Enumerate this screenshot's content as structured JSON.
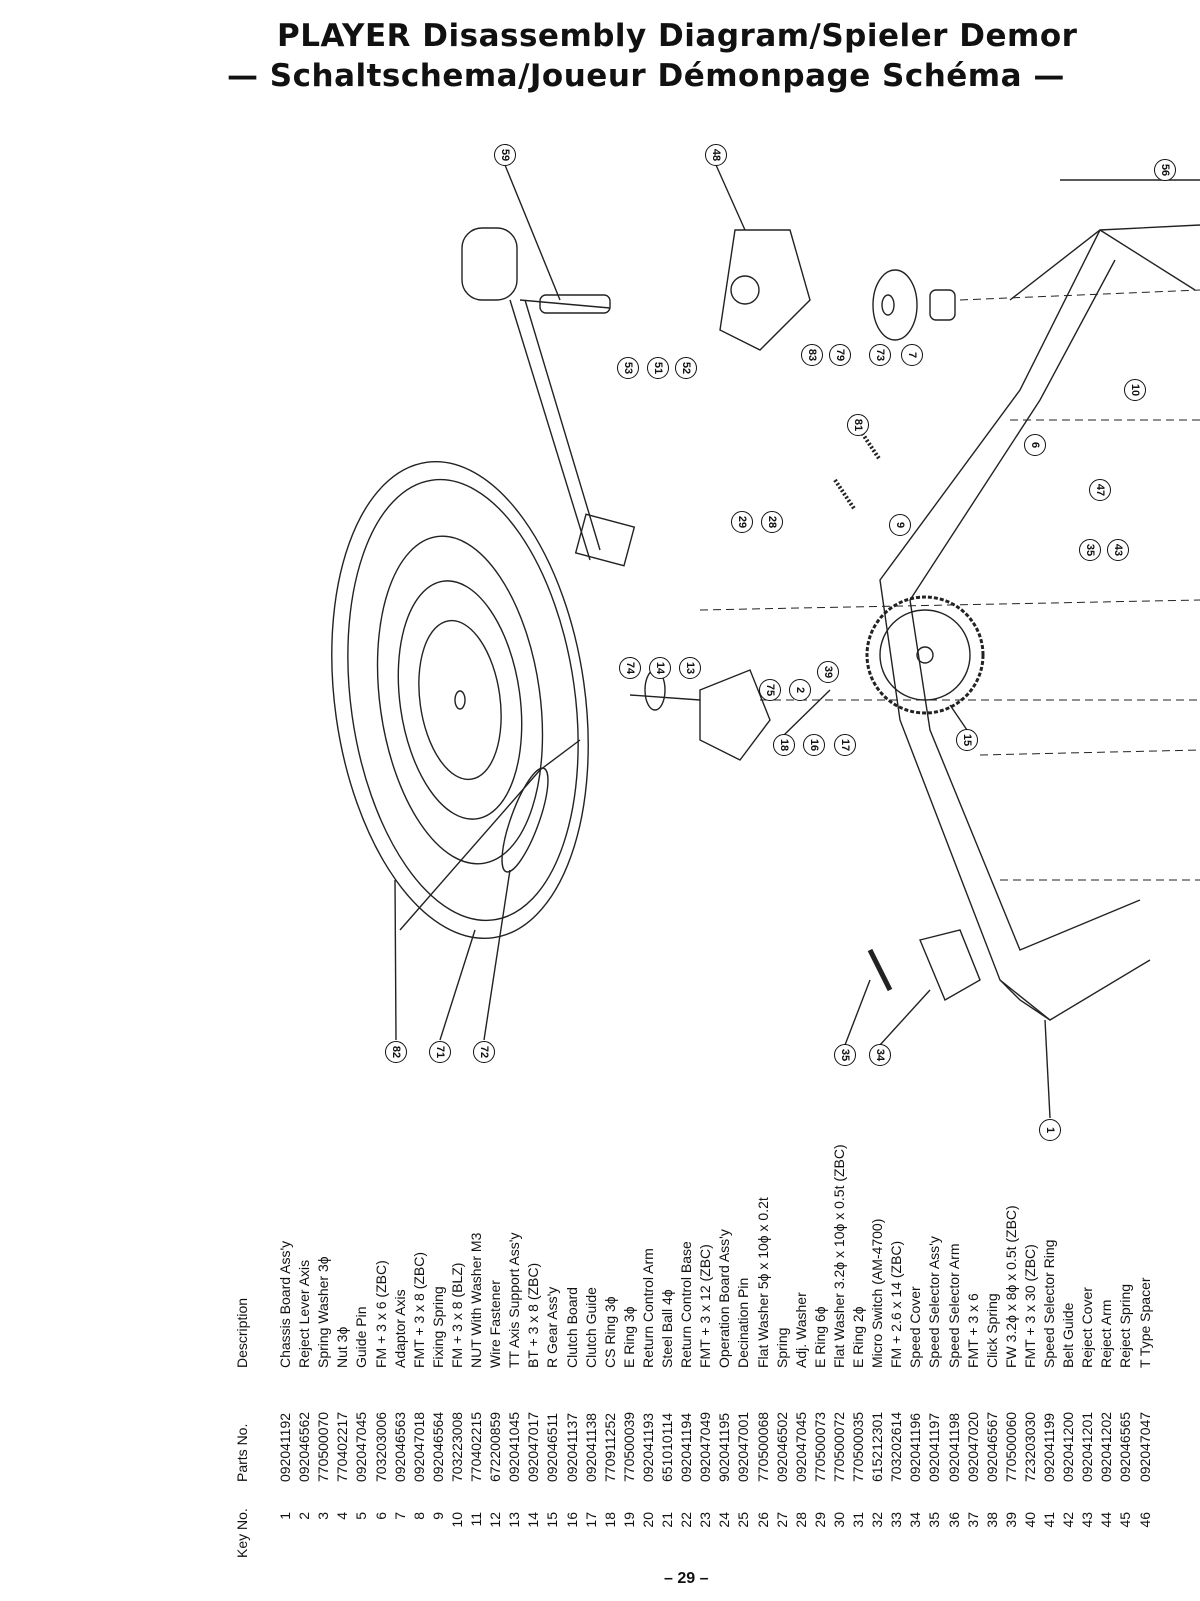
{
  "header": {
    "title_line1": "PLAYER Disassembly Diagram/Spieler Demor",
    "title_line2": "— Schaltschema/Joueur Démonpage Schéma —"
  },
  "diagram": {
    "callouts": [
      "59",
      "48",
      "56",
      "53",
      "51",
      "52",
      "83",
      "79",
      "73",
      "7",
      "81",
      "10",
      "6",
      "29",
      "28",
      "9",
      "47",
      "35",
      "43",
      "74",
      "14",
      "13",
      "75",
      "2",
      "39",
      "18",
      "16",
      "17",
      "15",
      "82",
      "71",
      "72",
      "35",
      "34",
      "1"
    ]
  },
  "parts_table": {
    "columns": [
      "Key No.",
      "Parts No.",
      "Description"
    ],
    "rows": [
      {
        "key": "1",
        "part": "092041192",
        "desc": "Chassis Board Ass'y"
      },
      {
        "key": "2",
        "part": "092046562",
        "desc": "Reject Lever Axis"
      },
      {
        "key": "3",
        "part": "770500070",
        "desc": "Spring Washer 3ϕ"
      },
      {
        "key": "4",
        "part": "770402217",
        "desc": "Nut 3ϕ"
      },
      {
        "key": "5",
        "part": "092047045",
        "desc": "Guide Pin"
      },
      {
        "key": "6",
        "part": "703203006",
        "desc": "FM + 3 x 6 (ZBC)"
      },
      {
        "key": "7",
        "part": "092046563",
        "desc": "Adaptor Axis"
      },
      {
        "key": "8",
        "part": "092047018",
        "desc": "FMT + 3 x 8 (ZBC)"
      },
      {
        "key": "9",
        "part": "092046564",
        "desc": "Fixing Spring"
      },
      {
        "key": "10",
        "part": "703223008",
        "desc": "FM + 3 x 8 (BLZ)"
      },
      {
        "key": "11",
        "part": "770402215",
        "desc": "NUT With Washer M3"
      },
      {
        "key": "12",
        "part": "672200859",
        "desc": "Wire Fastener"
      },
      {
        "key": "13",
        "part": "092041045",
        "desc": "TT Axis Support Ass'y"
      },
      {
        "key": "14",
        "part": "092047017",
        "desc": "BT + 3 x 8 (ZBC)"
      },
      {
        "key": "15",
        "part": "092046511",
        "desc": "R Gear Ass'y"
      },
      {
        "key": "16",
        "part": "092041137",
        "desc": "Clutch Board"
      },
      {
        "key": "17",
        "part": "092041138",
        "desc": "Clutch Guide"
      },
      {
        "key": "18",
        "part": "770911252",
        "desc": "CS Ring 3ϕ"
      },
      {
        "key": "19",
        "part": "770500039",
        "desc": "E Ring 3ϕ"
      },
      {
        "key": "20",
        "part": "092041193",
        "desc": "Return Control Arm"
      },
      {
        "key": "21",
        "part": "651010114",
        "desc": "Steel Ball 4ϕ"
      },
      {
        "key": "22",
        "part": "092041194",
        "desc": "Return Control Base"
      },
      {
        "key": "23",
        "part": "092047049",
        "desc": "FMT + 3 x 12 (ZBC)"
      },
      {
        "key": "24",
        "part": "902041195",
        "desc": "Operation Board Ass'y"
      },
      {
        "key": "25",
        "part": "092047001",
        "desc": "Decination Pin"
      },
      {
        "key": "26",
        "part": "770500068",
        "desc": "Flat Washer 5ϕ x 10ϕ x 0.2t"
      },
      {
        "key": "27",
        "part": "092046502",
        "desc": "Spring"
      },
      {
        "key": "28",
        "part": "092047045",
        "desc": "Adj. Washer"
      },
      {
        "key": "29",
        "part": "770500073",
        "desc": "E Ring 6ϕ"
      },
      {
        "key": "30",
        "part": "770500072",
        "desc": "Flat Washer 3.2ϕ x 10ϕ x 0.5t (ZBC)"
      },
      {
        "key": "31",
        "part": "770500035",
        "desc": "E Ring 2ϕ"
      },
      {
        "key": "32",
        "part": "615212301",
        "desc": "Micro Switch (AM-4700)"
      },
      {
        "key": "33",
        "part": "703202614",
        "desc": "FM + 2.6 x 14 (ZBC)"
      },
      {
        "key": "34",
        "part": "092041196",
        "desc": "Speed Cover"
      },
      {
        "key": "35",
        "part": "092041197",
        "desc": "Speed Selector Ass'y"
      },
      {
        "key": "36",
        "part": "092041198",
        "desc": "Speed Selector Arm"
      },
      {
        "key": "37",
        "part": "092047020",
        "desc": "FMT + 3 x 6"
      },
      {
        "key": "38",
        "part": "092046567",
        "desc": "Click Spring"
      },
      {
        "key": "39",
        "part": "770500060",
        "desc": "FW 3.2ϕ x 8ϕ x 0.5t (ZBC)"
      },
      {
        "key": "40",
        "part": "723203030",
        "desc": "FMT + 3 x 30 (ZBC)"
      },
      {
        "key": "41",
        "part": "092041199",
        "desc": "Speed Selector Ring"
      },
      {
        "key": "42",
        "part": "092041200",
        "desc": "Belt Guide"
      },
      {
        "key": "43",
        "part": "092041201",
        "desc": "Reject Cover"
      },
      {
        "key": "44",
        "part": "092041202",
        "desc": "Reject Arm"
      },
      {
        "key": "45",
        "part": "092046565",
        "desc": "Reject Spring"
      },
      {
        "key": "46",
        "part": "092047047",
        "desc": "T Type Spacer"
      }
    ]
  },
  "footer": {
    "page_number": "– 29 –"
  }
}
